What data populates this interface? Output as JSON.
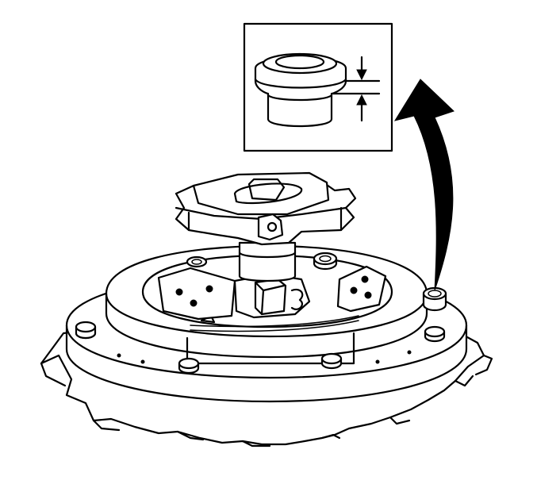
{
  "figure": {
    "type": "line-art-illustration",
    "background": "#ffffff",
    "line_color": "#000000",
    "parts": [
      "pressure-plate-housing",
      "alignment-tool",
      "mounting-bolts",
      "release-fingers",
      "detail-inset",
      "curved-callout-arrow"
    ]
  }
}
